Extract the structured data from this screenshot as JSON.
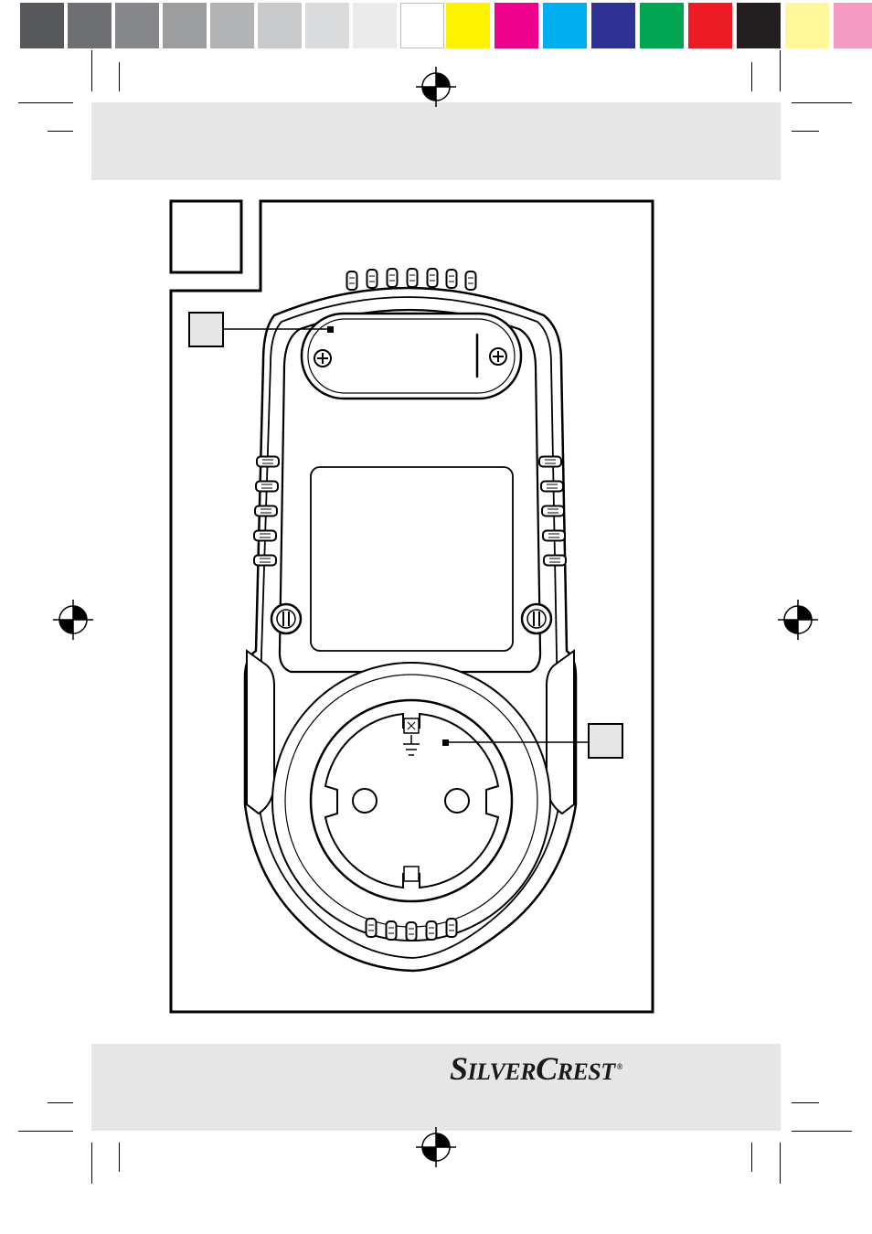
{
  "color_bar": {
    "grays": [
      "#56575a",
      "#6e6f72",
      "#86878a",
      "#9c9d9f",
      "#b2b3b5",
      "#c8c9ca",
      "#dadbdc",
      "#ebebec",
      "#ffffff"
    ],
    "colors": [
      "#fff200",
      "#ec008c",
      "#00aeef",
      "#2e3192",
      "#00a651",
      "#ed1c24",
      "#231f20",
      "#fff799",
      "#f49ac1"
    ]
  },
  "brand": {
    "name_part1_initial": "S",
    "name_part1_rest": "ILVER",
    "name_part2_initial": "C",
    "name_part2_rest": "REST",
    "trademark": "®"
  },
  "figure": {
    "number_label": "",
    "callouts": [
      {
        "id": "battery-compartment",
        "label": ""
      },
      {
        "id": "socket",
        "label": ""
      }
    ]
  }
}
